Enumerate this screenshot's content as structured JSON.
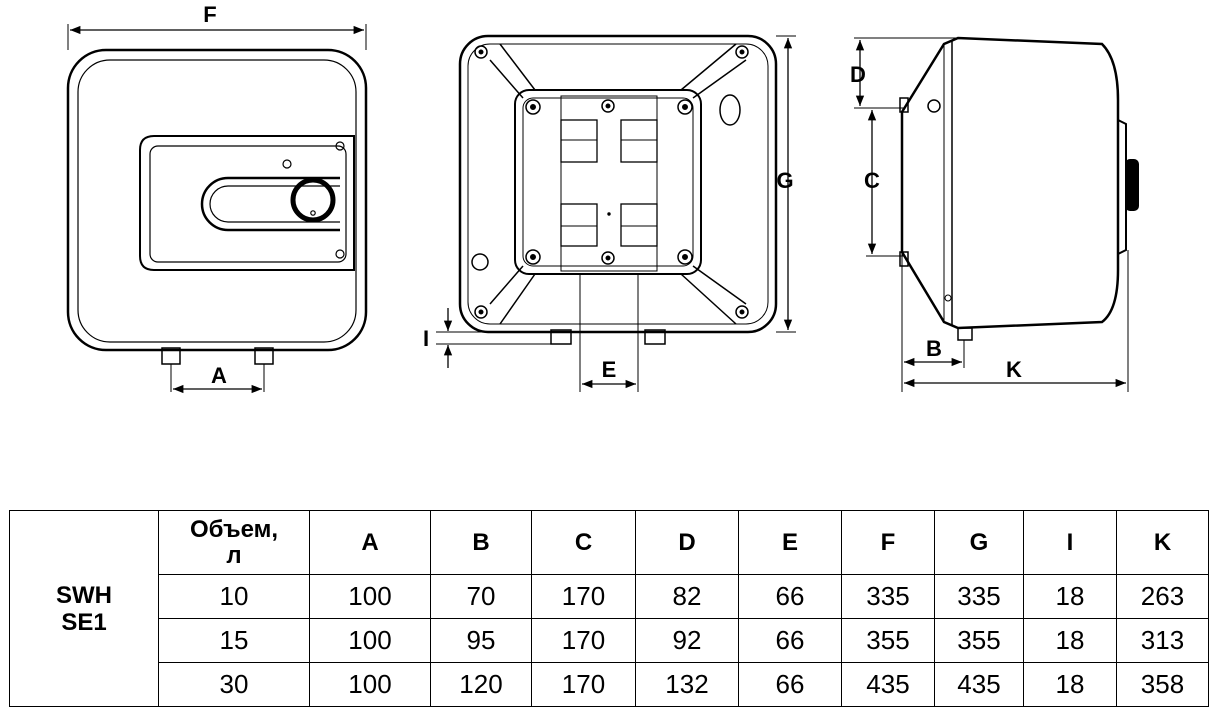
{
  "diagram": {
    "labels": {
      "F_top": "F",
      "A": "A",
      "I": "I",
      "E": "E",
      "G": "G",
      "D": "D",
      "C": "C",
      "B": "B",
      "K": "K"
    }
  },
  "table": {
    "model_line1": "SWH",
    "model_line2": "SE1",
    "headers": [
      "Объем,\nл",
      "A",
      "B",
      "C",
      "D",
      "E",
      "F",
      "G",
      "I",
      "K"
    ],
    "rows": [
      [
        "10",
        "100",
        "70",
        "170",
        "82",
        "66",
        "335",
        "335",
        "18",
        "263"
      ],
      [
        "15",
        "100",
        "95",
        "170",
        "92",
        "66",
        "355",
        "355",
        "18",
        "313"
      ],
      [
        "30",
        "100",
        "120",
        "170",
        "132",
        "66",
        "435",
        "435",
        "18",
        "358"
      ]
    ]
  }
}
